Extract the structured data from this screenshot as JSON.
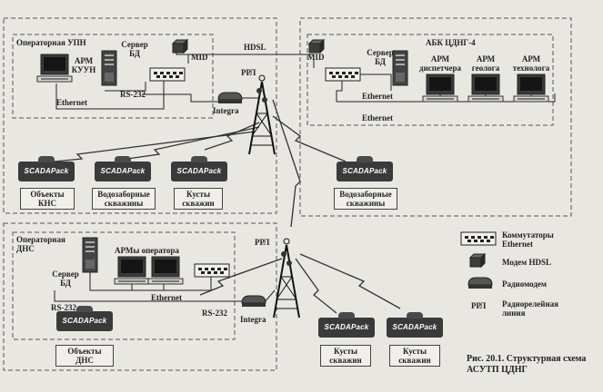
{
  "zones": {
    "upn": {
      "title": "Операторная УПН"
    },
    "abk": {
      "title": "АБК ЦДНГ-4"
    },
    "dns": {
      "title_line1": "Операторная",
      "title_line2": "ДНС"
    }
  },
  "labels": {
    "arm_kuun_1": "АРМ",
    "arm_kuun_2": "КУУН",
    "server_upn_1": "Сервер",
    "server_upn_2": "БД",
    "mid_upn": "MID",
    "hdsl": "HDSL",
    "mid_abk": "MID",
    "server_abk_1": "Сервер",
    "server_abk_2": "БД",
    "arm_disp_1": "АРМ",
    "arm_disp_2": "диспетчера",
    "arm_geo_1": "АРМ",
    "arm_geo_2": "геолога",
    "arm_tech_1": "АРМ",
    "arm_tech_2": "технолога",
    "ethernet_upn": "Ethernet",
    "rs232_upn": "RS-232",
    "rrl_top": "РРЛ",
    "integra_top": "Integra",
    "ethernet_abk_1": "Ethernet",
    "ethernet_abk_2": "Ethernet",
    "server_dns_1": "Сервер",
    "server_dns_2": "БД",
    "arm_operator": "АРМы оператора",
    "ethernet_dns": "Ethernet",
    "rs232_dns_1": "RS-232",
    "rs232_dns_2": "RS-232",
    "rrl_bottom": "РРЛ",
    "integra_bottom": "Integra",
    "scadapack": "SCADAPack"
  },
  "objects": {
    "kns_1": "Объекты",
    "kns_2": "КНС",
    "vodo_1_a": "Водозаборные",
    "vodo_1_b": "скважины",
    "kusty_1_a": "Кусты",
    "kusty_1_b": "скважин",
    "vodo_2_a": "Водозаборные",
    "vodo_2_b": "скважины",
    "dns_obj_1": "Объекты",
    "dns_obj_2": "ДНС",
    "kusty_2_a": "Кусты",
    "kusty_2_b": "скважин",
    "kusty_3_a": "Кусты",
    "kusty_3_b": "скважин"
  },
  "legend": {
    "switch_1": "Коммутаторы",
    "switch_2": "Ethernet",
    "modem": "Модем HDSL",
    "radio": "Радиомодем",
    "rrl_abbr": "РРЛ",
    "rrl_1": "Радиорелейная",
    "rrl_2": "линия"
  },
  "caption": {
    "line1": "Рис. 20.1. Структурная схема",
    "line2": "АСУТП ЦДНГ"
  }
}
